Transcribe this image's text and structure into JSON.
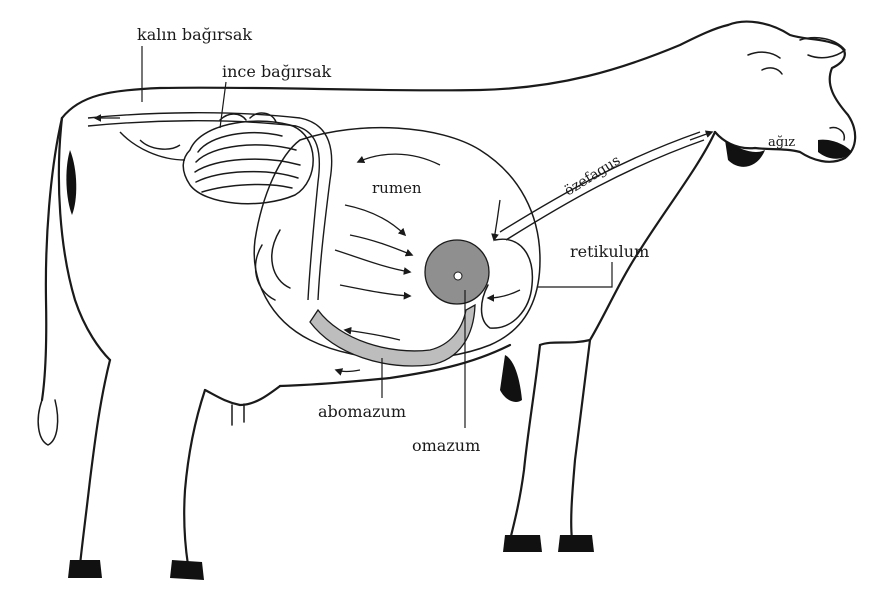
{
  "labels": {
    "large_intestine": "kalın bağırsak",
    "small_intestine": "ince bağırsak",
    "mouth": "ağız",
    "esophagus": "özefagus",
    "rumen": "rumen",
    "reticulum": "retikulum",
    "abomasum": "abomazum",
    "omasum": "omazum"
  },
  "colors": {
    "ink": "#1a1a1a",
    "abomasum_fill": "#bdbdbd",
    "omasum_fill": "#8f8f8f",
    "background": "#ffffff"
  }
}
